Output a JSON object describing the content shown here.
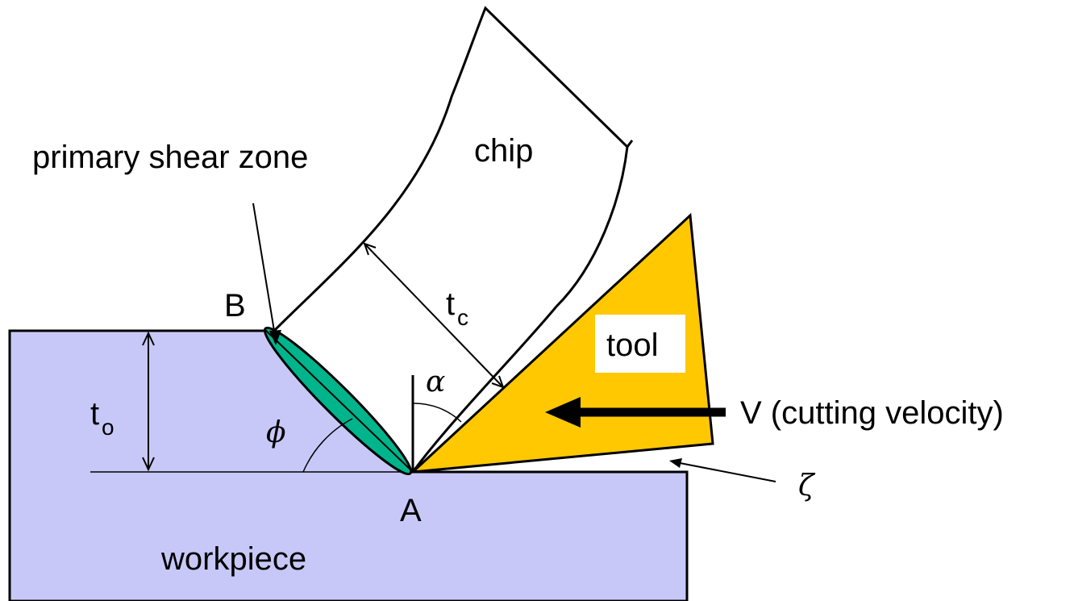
{
  "labels": {
    "primary_shear_zone": "primary shear zone",
    "chip": "chip",
    "tool": "tool",
    "workpiece": "workpiece",
    "point_a": "A",
    "point_b": "B",
    "t_c_base": "t",
    "t_c_sub": "c",
    "t_o_base": "t",
    "t_o_sub": "o",
    "alpha": "α",
    "phi": "ϕ",
    "zeta": "ζ",
    "velocity": "V (cutting velocity)"
  },
  "colors": {
    "workpiece_fill": "#C8C8F8",
    "tool_fill": "#FFC800",
    "shear_zone_fill": "#00B48C",
    "outline": "#000000",
    "background": "#FFFFFF"
  }
}
